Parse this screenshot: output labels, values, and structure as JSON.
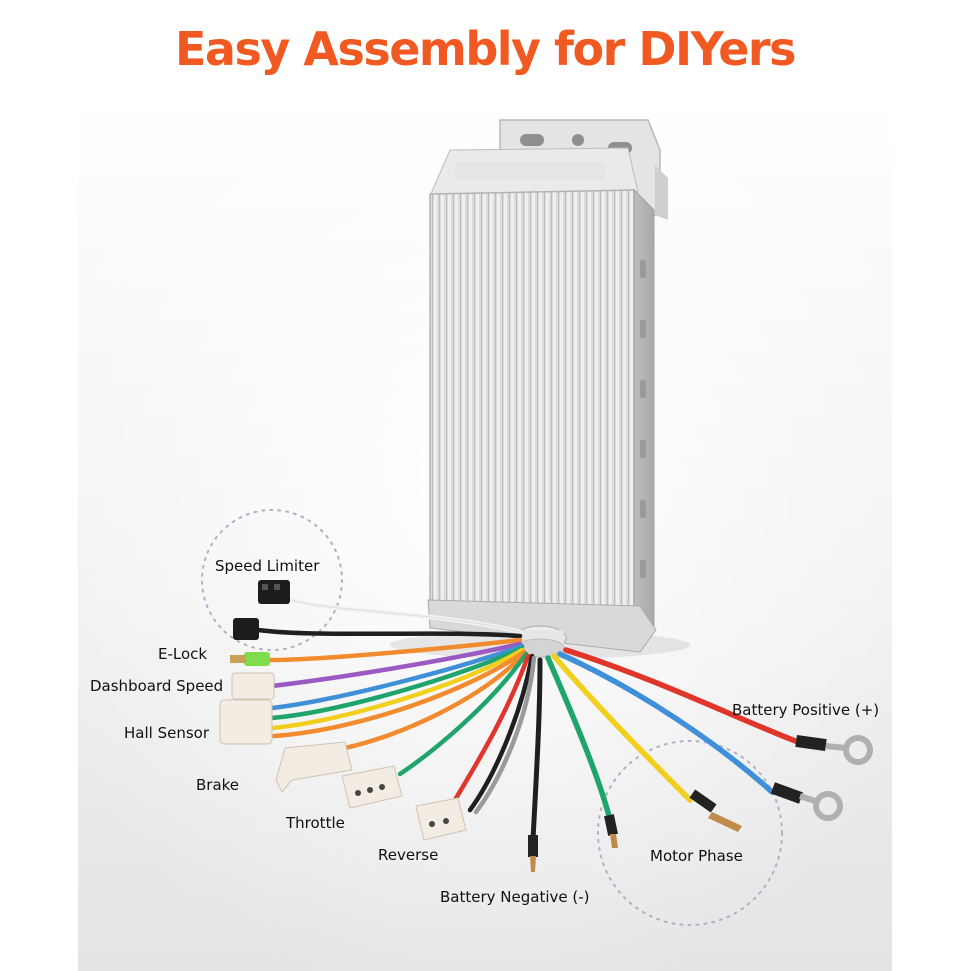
{
  "title": "Easy Assembly for DIYers",
  "title_color": "#f05a22",
  "labels": {
    "speed_limiter": "Speed Limiter",
    "e_lock": "E-Lock",
    "dashboard_speed": "Dashboard Speed",
    "hall_sensor": "Hall Sensor",
    "brake": "Brake",
    "throttle": "Throttle",
    "reverse": "Reverse",
    "battery_negative": "Battery Negative (-)",
    "motor_phase": "Motor Phase",
    "battery_positive": "Battery Positive (+)"
  },
  "wire_colors": {
    "white": "#f2f2f2",
    "black": "#1f1f1f",
    "orange": "#f28a2e",
    "purple": "#9b59c4",
    "blue": "#3f8fd9",
    "green": "#1fa56c",
    "yellow": "#f2cf1d",
    "red": "#e0352b",
    "gray": "#9a9a9a"
  }
}
